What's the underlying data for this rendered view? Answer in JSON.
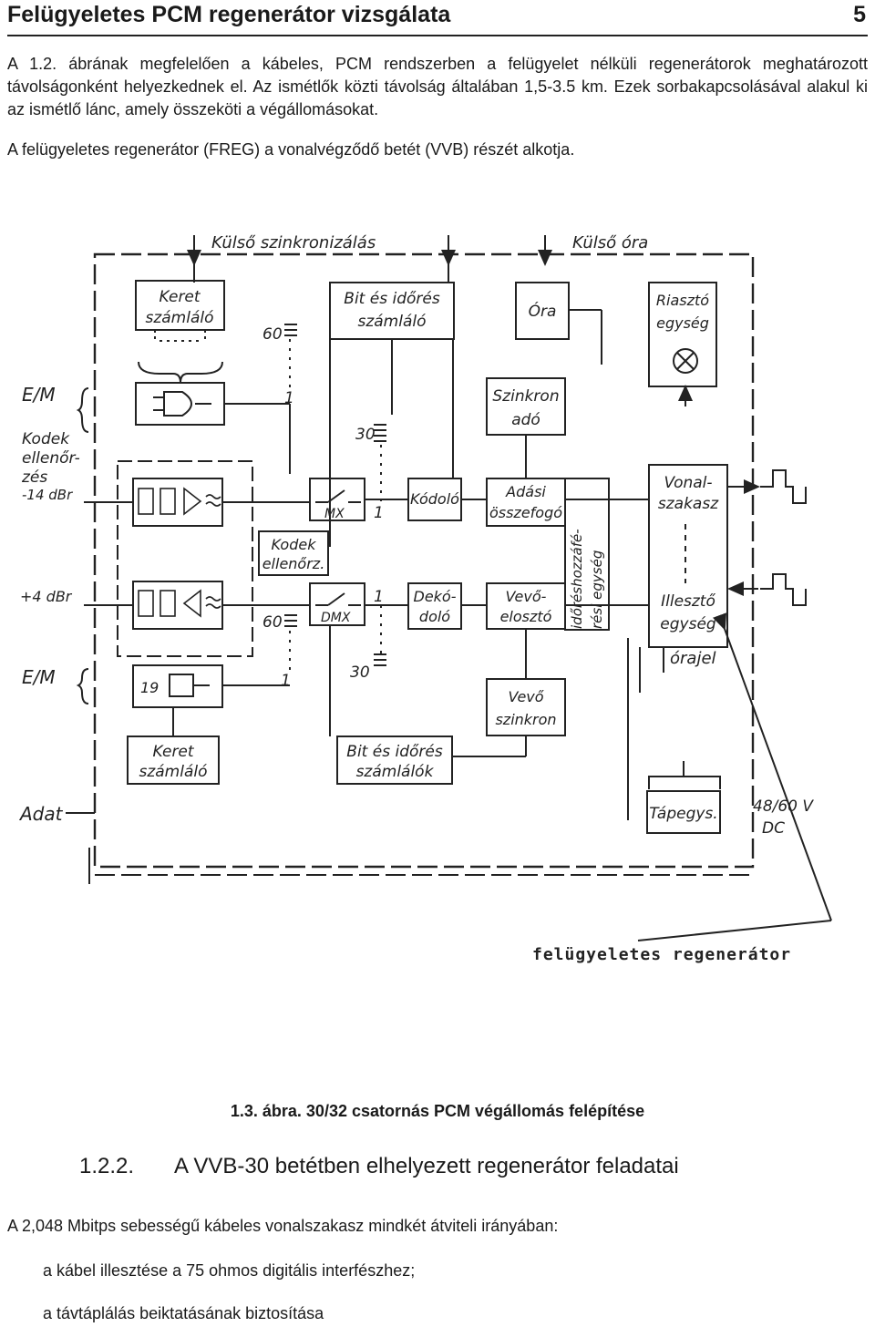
{
  "header": {
    "title": "Felügyeletes PCM regenerátor vizsgálata",
    "page_number": "5"
  },
  "intro": {
    "paragraph1": "A 1.2. ábrának megfelelően a kábeles, PCM rendszerben a felügyelet nélküli regenerátorok meghatározott távolságonként helyezkednek el. Az ismétlők közti távolság általában 1,5-3.5 km. Ezek sorbakapcsolásával alakul ki az ismétlő lánc, amely összeköti a végállomásokat.",
    "paragraph2": "A felügyeletes regenerátor (FREG) a vonalvégződő betét (VVB) részét alkotja."
  },
  "figure": {
    "labels": {
      "kulso_szinkronizalas": "Külső szinkronizálás",
      "kulso_ora": "Külső óra",
      "keret_szamlalo_top": [
        "Keret",
        "számláló"
      ],
      "bit_es_idores_szamlalo": [
        "Bit és időrés",
        "számláló"
      ],
      "ora": "Óra",
      "riaszto_egyseg": [
        "Riasztó",
        "egység"
      ],
      "em_top": "E/M",
      "kodek_ellenorzes": [
        "Kodek",
        "ellenőr-",
        "zés"
      ],
      "minus14": "-14 dBr",
      "plus4": "+4 dBr",
      "em_bottom": "E/M",
      "adat": "Adat",
      "n60_top": "60",
      "n1_top": "1",
      "n30_top": "30",
      "n1_mid": "1",
      "n1_dmx": "1",
      "n60_bottom": "60",
      "n1_bottom": "1",
      "n30_bottom": "30",
      "szinkron_ado": [
        "Szinkron",
        "adó"
      ],
      "mx": "MX",
      "kodolo": "Kódoló",
      "adasi_osszefogo": [
        "Adási",
        "összefogó"
      ],
      "idoreshozzaferesi": [
        "időréshozzáfé-",
        "rési egység"
      ],
      "vonalszakasz": [
        "Vonal-",
        "szakasz"
      ],
      "kodek_ellenorz": [
        "Kodek",
        "ellenőrz."
      ],
      "dmx": "DMX",
      "dekodolo": [
        "Dekó-",
        "doló"
      ],
      "vevoeloszto": [
        "Vevő-",
        "elosztó"
      ],
      "illeszto_egyseg": [
        "Illesztő",
        "egység"
      ],
      "orajel": "órajel",
      "relay_num": "19",
      "vevo_szinkron": [
        "Vevő",
        "szinkron"
      ],
      "keret_szamlalo_bottom": [
        "Keret",
        "számláló"
      ],
      "bit_es_idores_szamlalok": [
        "Bit és időrés",
        "számlálók"
      ],
      "tapegys": "Tápegys.",
      "v4860": "48/60 V",
      "dc": "DC",
      "felugyeletes_regenerator": "felügyeletes regenerátor"
    },
    "caption": "1.3. ábra. 30/32 csatornás PCM végállomás felépítése"
  },
  "section": {
    "number": "1.2.2.",
    "title": "A VVB-30 betétben elhelyezett regenerátor feladatai"
  },
  "body": {
    "paragraph3": "A 2,048 Mbitps sebességű kábeles vonalszakasz mindkét átviteli irányában:",
    "items": [
      "a kábel illesztése a 75 ohmos digitális interfészhez;",
      "a távtáplálás beiktatásának biztosítása"
    ]
  }
}
